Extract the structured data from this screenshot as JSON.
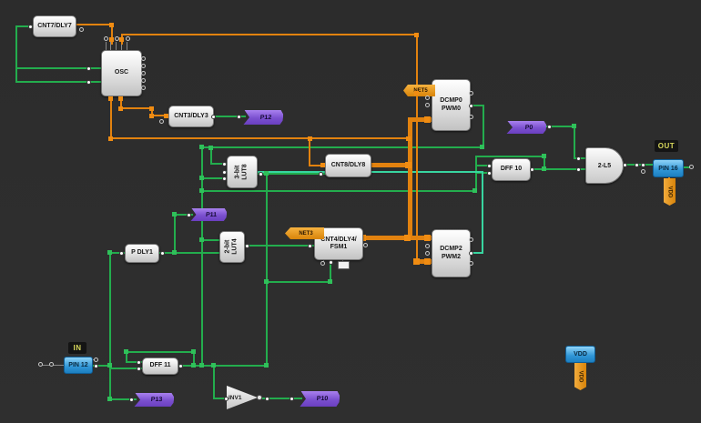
{
  "blocks": {
    "cnt7dly7": {
      "label": "CNT7/DLY7"
    },
    "osc": {
      "label": "OSC"
    },
    "cnt3dly3": {
      "label": "CNT3/DLY3"
    },
    "lut8": {
      "line1": "3-bit",
      "line2": "LUT8"
    },
    "cnt8dly8": {
      "label": "CNT8/DLY8"
    },
    "dcmp0": {
      "line1": "DCMP0",
      "line2": "PWM0"
    },
    "dcmp2": {
      "line1": "DCMP2",
      "line2": "PWM2"
    },
    "fsm1": {
      "line1": "CNT4/DLY4/",
      "line2": "FSM1"
    },
    "pdly1": {
      "label": "P DLY1"
    },
    "lut4": {
      "line1": "2-bit",
      "line2": "LUT4"
    },
    "dff10": {
      "label": "DFF 10"
    },
    "dff11": {
      "label": "DFF 11"
    },
    "inv1": {
      "label": "INV1"
    },
    "lut5": {
      "label": "2-L5"
    }
  },
  "pins": {
    "pin12": {
      "label": "PIN 12",
      "badge": "IN"
    },
    "pin16": {
      "label": "PIN 16",
      "badge": "OUT"
    }
  },
  "flags": {
    "p0": "P0",
    "p10": "P10",
    "p11": "P11",
    "p12": "P12",
    "p13": "P13",
    "net5": "NET5",
    "net3": "NET3"
  },
  "power": {
    "vdd_source_label": "VDD",
    "vdd_source_flag": "VDD",
    "vdd_pin16_flag": "VDD"
  },
  "colors": {
    "background": "#2d2d2d",
    "wire_green": "#23ad4d",
    "wire_teal": "#38d5a0",
    "wire_orange": "#e2820f",
    "flag_purple": "#7b50cf",
    "flag_orange": "#e8940f",
    "pin_blue": "#2f95d6",
    "badge_text": "#d9d95c"
  }
}
